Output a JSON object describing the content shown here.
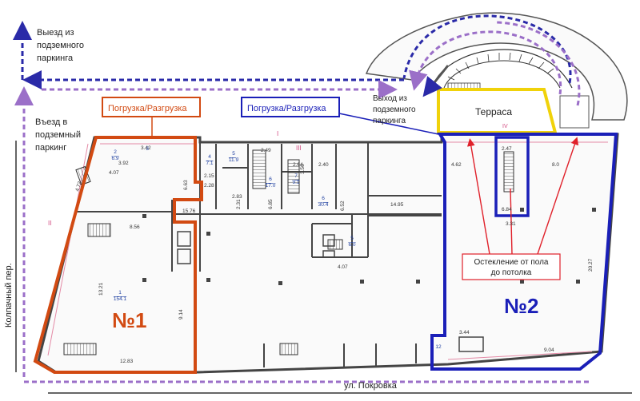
{
  "labels": {
    "exit_parking": [
      "Выезд из",
      "подземного",
      "паркинга"
    ],
    "entry_parking": [
      "Въезд в",
      "подземный",
      "паркинг"
    ],
    "exit_parking_right": [
      "Выход из",
      "подземного",
      "паркинга"
    ],
    "terrace": "Терраса",
    "terrace_numeral": "IV",
    "loading_1": "Погрузка/Разгрузка",
    "loading_2": "Погрузка/Разгрузка",
    "unit_1": "№1",
    "unit_2": "№2",
    "glazing": [
      "Остекление от пола",
      "до потолка"
    ],
    "street_bottom": "ул. Покровка",
    "street_left": "Колпачный пер."
  },
  "colors": {
    "unit_1": "#d24a12",
    "unit_2": "#1a1fb8",
    "terrace": "#f0d20a",
    "route_blue": "#2a2aa8",
    "route_purple": "#9b6fc8",
    "annotation_red": "#e0202a"
  },
  "dimensions": [
    "3.42",
    "3.92",
    "4.07",
    "4.72",
    "8.56",
    "15.76",
    "13.21",
    "12.83",
    "9.14",
    "2.49",
    "2.15",
    "2.28",
    "2.83",
    "2.31",
    "6.85",
    "2.64",
    "2.40",
    "3.56",
    "14.95",
    "6.52",
    "4.07",
    "4.62",
    "2.47",
    "8.0",
    "6.84",
    "3.31",
    "20.27",
    "3.44",
    "9.04",
    "6.63"
  ],
  "rooms": [
    {
      "n": "2",
      "a": "6.9"
    },
    {
      "n": "3",
      "a": ""
    },
    {
      "n": "4",
      "a": "7.1"
    },
    {
      "n": "5",
      "a": "11.9"
    },
    {
      "n": "6",
      "a": "17.0"
    },
    {
      "n": "7",
      "a": "9.1"
    },
    {
      "n": "6",
      "a": "30.4"
    },
    {
      "n": "5",
      "a": "6.0"
    },
    {
      "n": "1",
      "a": "154.1"
    },
    {
      "n": "12",
      "a": ""
    }
  ],
  "roman": [
    "I",
    "II",
    "III"
  ]
}
